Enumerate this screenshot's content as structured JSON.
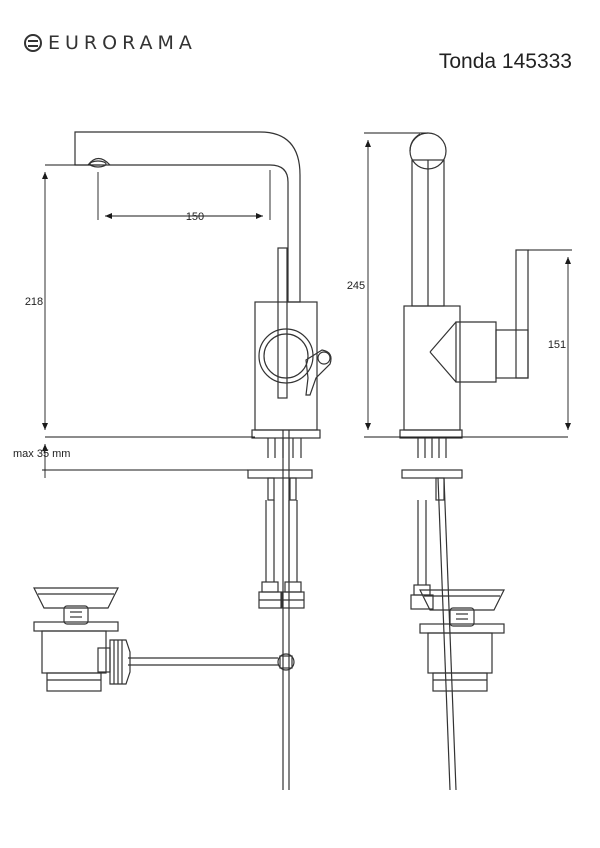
{
  "brand": {
    "name": "EURORAMA"
  },
  "model": {
    "title": "Tonda 145333"
  },
  "dimensions": {
    "spout_reach": "150",
    "height_front": "218",
    "height_total": "245",
    "lever_height": "151",
    "max_thickness": "max 35 mm"
  },
  "colors": {
    "line": "#333333",
    "dim_line": "#1a1a1a"
  }
}
